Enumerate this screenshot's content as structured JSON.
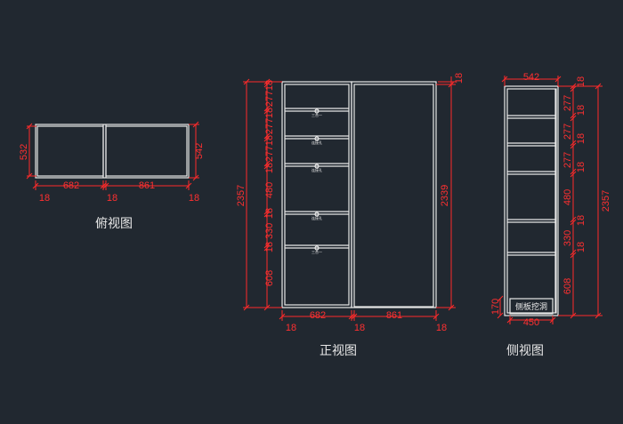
{
  "labels": {
    "top": "俯视图",
    "front": "正视图",
    "side": "侧视图"
  },
  "top_view": {
    "width_left": "682",
    "width_right": "861",
    "thick": "18",
    "depth_left": "532",
    "depth_right": "542"
  },
  "front_view": {
    "total_height": "2357",
    "right_height": "2339",
    "top_thick": "18",
    "segments": [
      "18",
      "277",
      "18",
      "277",
      "18",
      "277",
      "18",
      "480",
      "18",
      "330",
      "18",
      "608"
    ],
    "width_left": "682",
    "width_right": "861",
    "bottom_thick": "18",
    "drawer_notes": [
      "三合一",
      "连接孔",
      "连接孔",
      "连接孔",
      "三合一"
    ]
  },
  "side_view": {
    "width_top": "542",
    "width_bottom": "450",
    "total_height": "2357",
    "base_height": "170",
    "segments": [
      "18",
      "277",
      "18",
      "277",
      "18",
      "277",
      "18",
      "480",
      "18",
      "330",
      "18",
      "608"
    ],
    "note": "侧板挖洞"
  },
  "colors": {
    "background": "#212830",
    "geometry": "#e8e8e8",
    "dimension": "#ff2a2a"
  }
}
